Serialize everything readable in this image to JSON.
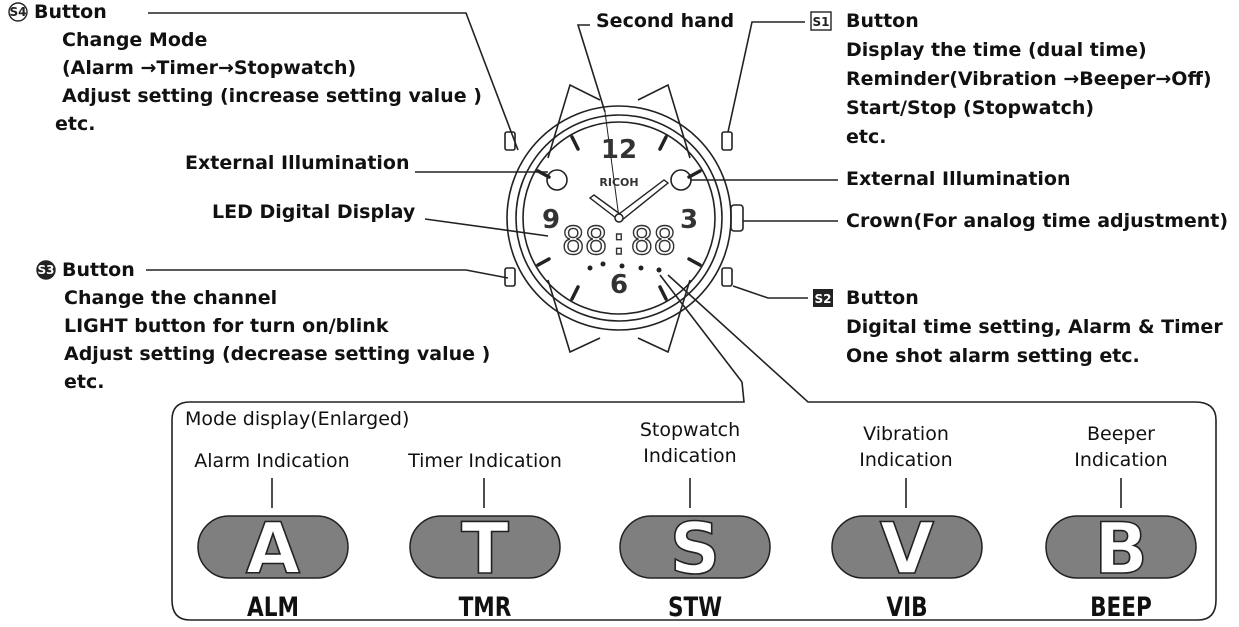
{
  "colors": {
    "stroke": "#222222",
    "pill_fill": "#7f7f7f",
    "glyph_fill": "#ffffff",
    "digit_dark": "#333333"
  },
  "watch": {
    "brand": "RICOH",
    "numerals": {
      "twelve": "12",
      "three": "3",
      "six": "6",
      "nine": "9"
    },
    "lcd": "88:88"
  },
  "s4": {
    "badge": "S4",
    "title": "Button",
    "lines": [
      "Change Mode",
      "(Alarm →Timer→Stopwatch)",
      "Adjust setting (increase setting value )",
      "etc."
    ]
  },
  "s3": {
    "badge": "S3",
    "title": "Button",
    "lines": [
      "Change the channel",
      "LIGHT button for turn on/blink",
      "Adjust setting (decrease setting value )",
      "etc."
    ]
  },
  "s1": {
    "badge": "S1",
    "title": "Button",
    "lines": [
      "Display the time (dual time)",
      "Reminder(Vibration →Beeper→Off)",
      "Start/Stop  (Stopwatch)",
      "etc."
    ]
  },
  "s2": {
    "badge": "S2",
    "title": "Button",
    "lines": [
      "Digital time setting, Alarm & Timer",
      "One shot  alarm setting etc."
    ]
  },
  "callouts": {
    "second_hand": "Second hand",
    "ext_illum_left": "External Illumination",
    "ext_illum_right": "External Illumination",
    "led_display": "LED Digital Display",
    "crown": "Crown(For analog time adjustment)"
  },
  "mode_panel": {
    "title": "Mode display(Enlarged)",
    "modes": [
      {
        "label": "Alarm Indication",
        "glyph": "A",
        "code": "ALM"
      },
      {
        "label": "Timer  Indication",
        "glyph": "T",
        "code": "TMR"
      },
      {
        "label": "Stopwatch\nIndication",
        "glyph": "S",
        "code": "STW"
      },
      {
        "label": "Vibration\nIndication",
        "glyph": "V",
        "code": "VIB"
      },
      {
        "label": "Beeper\nIndication",
        "glyph": "B",
        "code": "BEEP"
      }
    ]
  }
}
